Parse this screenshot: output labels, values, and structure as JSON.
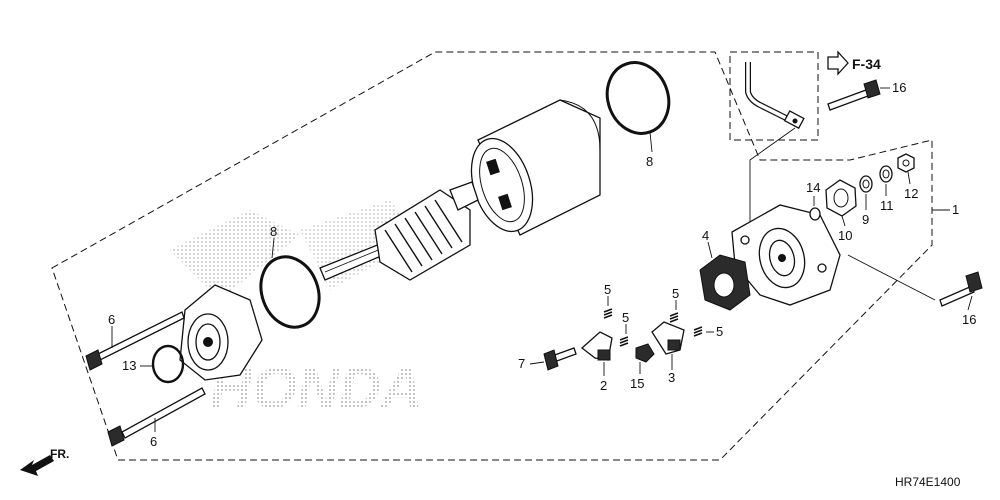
{
  "diagram": {
    "figure_code": "HR74E1400",
    "watermark": "HONDA",
    "front_arrow_label": "FR.",
    "reference": "F-34",
    "callouts": [
      {
        "id": "c1",
        "text": "1"
      },
      {
        "id": "c2",
        "text": "2"
      },
      {
        "id": "c3",
        "text": "3"
      },
      {
        "id": "c4",
        "text": "4"
      },
      {
        "id": "c5a",
        "text": "5"
      },
      {
        "id": "c5b",
        "text": "5"
      },
      {
        "id": "c5c",
        "text": "5"
      },
      {
        "id": "c5d",
        "text": "5"
      },
      {
        "id": "c6a",
        "text": "6"
      },
      {
        "id": "c6b",
        "text": "6"
      },
      {
        "id": "c7",
        "text": "7"
      },
      {
        "id": "c8a",
        "text": "8"
      },
      {
        "id": "c8b",
        "text": "8"
      },
      {
        "id": "c9",
        "text": "9"
      },
      {
        "id": "c10",
        "text": "10"
      },
      {
        "id": "c11",
        "text": "11"
      },
      {
        "id": "c12",
        "text": "12"
      },
      {
        "id": "c13",
        "text": "13"
      },
      {
        "id": "c14",
        "text": "14"
      },
      {
        "id": "c15",
        "text": "15"
      },
      {
        "id": "c16a",
        "text": "16"
      },
      {
        "id": "c16b",
        "text": "16"
      }
    ]
  }
}
